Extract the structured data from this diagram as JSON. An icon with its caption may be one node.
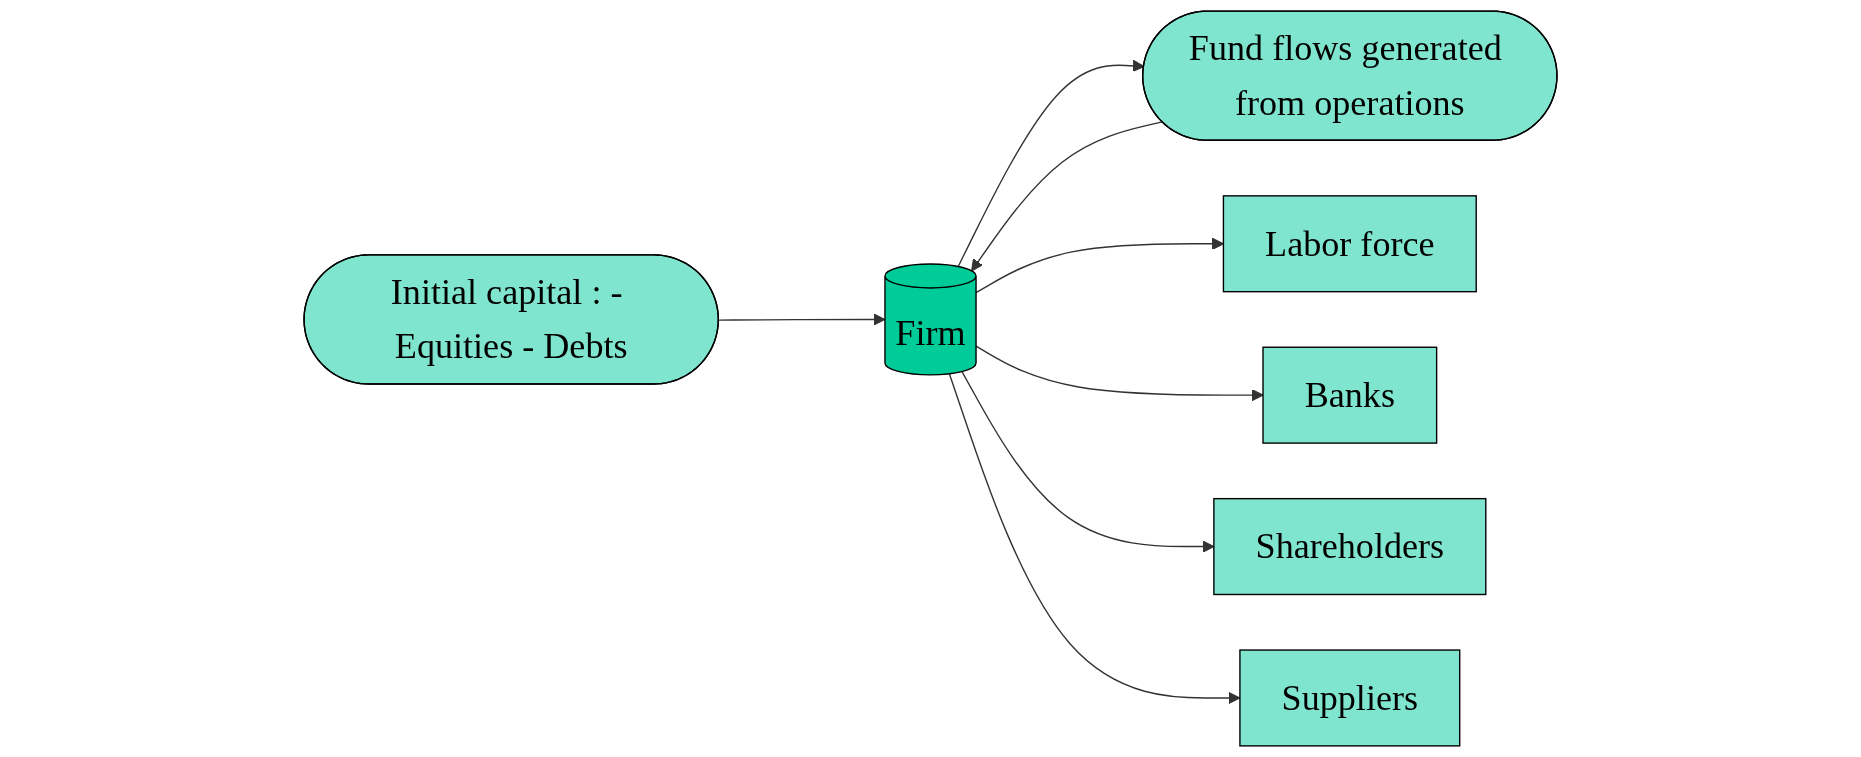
{
  "diagram": {
    "nodes": [
      {
        "text": [
          "Initial capital : - Equities - Debts"
        ]
      },
      {
        "text": [
          "Fund flows generated from operations"
        ]
      },
      {
        "text": [
          "Firm"
        ]
      },
      {
        "text": [
          "Labor force"
        ]
      },
      {
        "text": [
          "Banks"
        ]
      },
      {
        "text": [
          "Shareholders"
        ]
      },
      {
        "text": [
          "Suppliers"
        ]
      }
    ],
    "edges": [
      {
        "from": 0,
        "to": 2,
        "arrow": "to"
      },
      {
        "from": 1,
        "to": 2,
        "arrow": "to"
      },
      {
        "from": 2,
        "to": 1,
        "arrow": "to"
      },
      {
        "from": 2,
        "to": 3,
        "arrow": "to"
      },
      {
        "from": 2,
        "to": 4,
        "arrow": "to"
      },
      {
        "from": 2,
        "to": 5,
        "arrow": "to"
      },
      {
        "from": 2,
        "to": 6,
        "arrow": "to"
      }
    ]
  }
}
